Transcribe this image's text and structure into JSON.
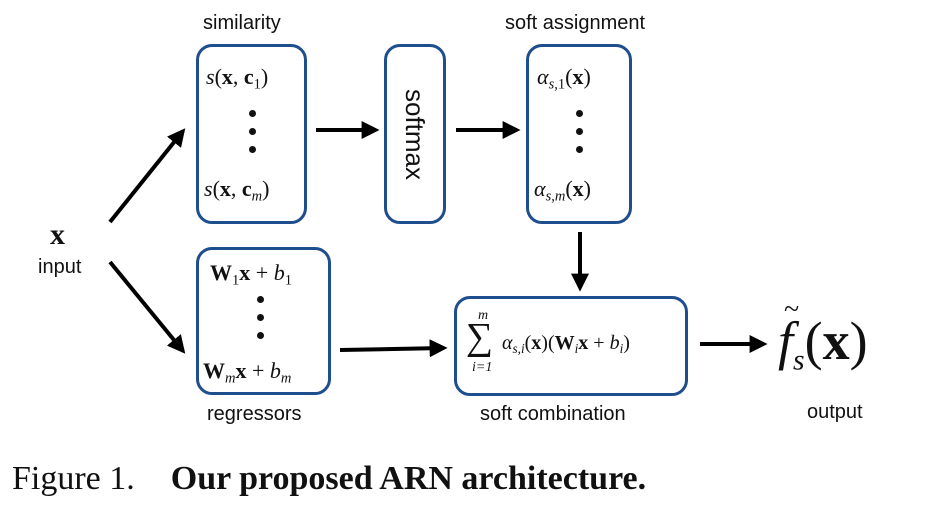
{
  "labels": {
    "similarity": "similarity",
    "soft_assignment": "soft assignment",
    "input_symbol": "x",
    "input": "input",
    "regressors": "regressors",
    "soft_combination": "soft combination",
    "output": "output",
    "softmax": "softmax"
  },
  "similarity_box": {
    "first_fn": "s",
    "first_arg1": "x",
    "first_arg2": "c",
    "first_sub": "1",
    "last_fn": "s",
    "last_arg1": "x",
    "last_arg2": "c",
    "last_sub": "m"
  },
  "assignment_box": {
    "first_symbol": "α",
    "first_sub": "s,1",
    "first_arg": "x",
    "last_symbol": "α",
    "last_sub": "s,m",
    "last_arg": "x"
  },
  "regressor_box": {
    "first_w": "W",
    "first_w_sub": "1",
    "first_x": "x",
    "first_b": "b",
    "first_b_sub": "1",
    "last_w": "W",
    "last_w_sub": "m",
    "last_x": "x",
    "last_b": "b",
    "last_b_sub": "m"
  },
  "combination_box": {
    "sum_sup": "m",
    "sum_sub": "i=1",
    "alpha": "α",
    "alpha_sub": "s,i",
    "x": "x",
    "w": "W",
    "w_sub": "i",
    "b": "b",
    "b_sub": "i"
  },
  "output_expr": {
    "f": "f",
    "f_sub": "s",
    "x": "x"
  },
  "caption": {
    "number": "Figure 1.",
    "title": "Our proposed ARN architecture."
  },
  "colors": {
    "box_border": "#1f4e8c",
    "arrow": "#000000"
  }
}
